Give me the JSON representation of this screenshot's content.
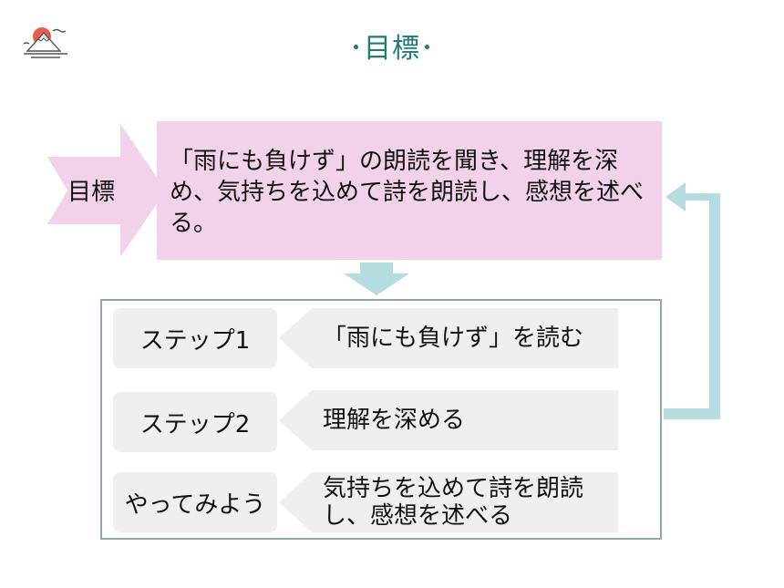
{
  "header": {
    "title": "･目標･",
    "logo_icon": "mount-fuji-sunrise-icon"
  },
  "goal": {
    "label": "目標",
    "text": "「雨にも負けず」の朗読を聞き、理解を深め、気持ちを込めて詩を朗読し、感想を述べる。"
  },
  "steps": [
    {
      "label": "ステップ1",
      "description": "「雨にも負けず」を読む"
    },
    {
      "label": "ステップ2",
      "description": "理解を深める"
    },
    {
      "label": "やってみよう",
      "description": "気持ちを込めて詩を朗読し、感想を述べる"
    }
  ],
  "colors": {
    "title": "#1f7a78",
    "goal_fill": "#f2d2ea",
    "arrow_teal": "#b5dde0",
    "step_fill": "#efefef",
    "frame_border": "#8fa7aa"
  }
}
